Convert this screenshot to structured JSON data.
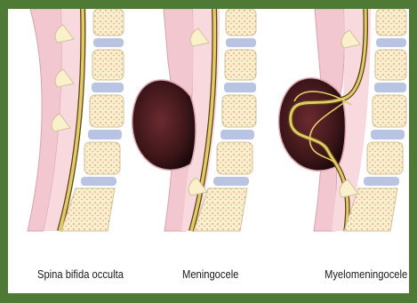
{
  "panels": [
    {
      "label": "Spina bifida occulta"
    },
    {
      "label": "Meningocele"
    },
    {
      "label": "Myelomeningocele"
    }
  ],
  "colors": {
    "border": "#4f7a35",
    "skin": "#f2c7cf",
    "skin_edge": "#d9a3ae",
    "vertebra": "#fbf0cc",
    "vertebra_dots": "#e8b59a",
    "disc": "#b9c4e2",
    "cord": "#e2c96a",
    "cord_dark": "#5a4410",
    "sac": "#4a1f22"
  }
}
